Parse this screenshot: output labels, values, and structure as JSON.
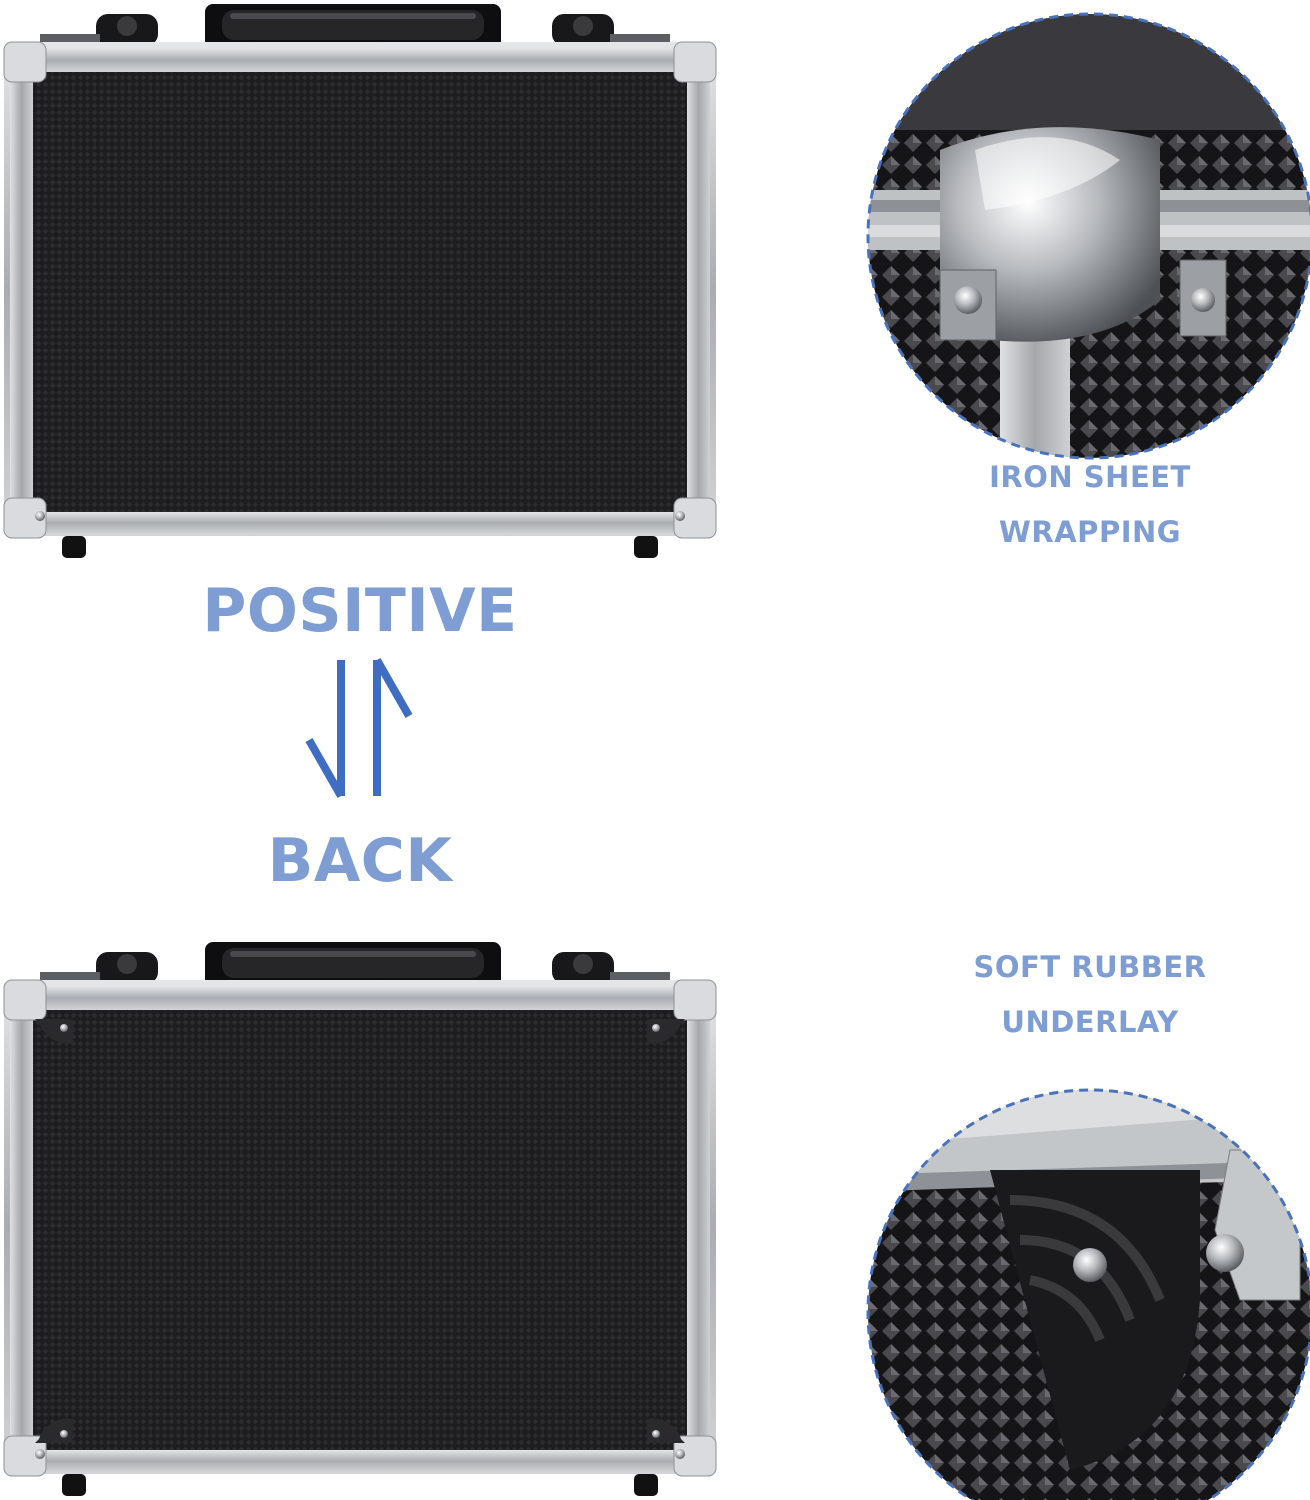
{
  "colors": {
    "label_blue": "#7d9dd3",
    "arrow_blue": "#3e6dc2",
    "dash_blue": "#4a72bb",
    "case_black": "#1c1c1e",
    "aluminum": "#b9bcbf"
  },
  "labels": {
    "positive": "POSITIVE",
    "back": "BACK",
    "detail_top_line1": "IRON SHEET",
    "detail_top_line2": "WRAPPING",
    "detail_bottom_line1": "SOFT RUBBER",
    "detail_bottom_line2": "UNDERLAY"
  },
  "icons": {
    "swap_arrows": "up-down-swap-arrows-icon"
  }
}
